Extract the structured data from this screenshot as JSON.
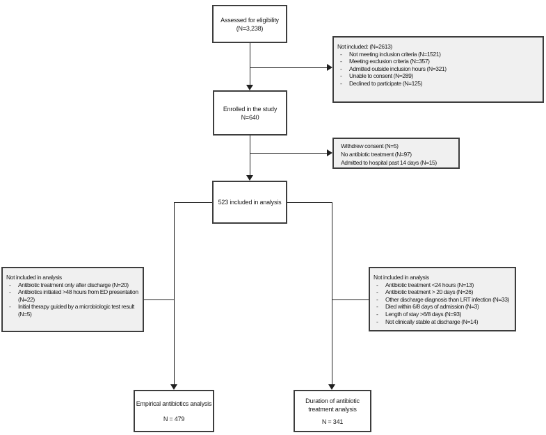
{
  "colors": {
    "background": "#ffffff",
    "box_fill": "#ffffff",
    "side_box_fill": "#f0f0f0",
    "box_border": "#3d3d3d",
    "connector": "#1f1f1f",
    "text": "#1a1a1a"
  },
  "boxes": {
    "assessed": {
      "title": "Assessed for eligibility",
      "n": "(N=3,238)"
    },
    "not_included_eligibility": {
      "title": "Not included: (N=2613)",
      "items": [
        "Not meeting inclusion criteria (N=1521)",
        "Meeting exclusion criteria (N=357)",
        "Admitted outside inclusion hours (N=321)",
        "Unable to consent (N=289)",
        "Declined to participate (N=125)"
      ]
    },
    "enrolled": {
      "title": "Enrolled in the study",
      "n": "N=640"
    },
    "withdrawn": {
      "items": [
        "Withdrew consent (N=5)",
        "No antibiotic treatment (N=97)",
        "Admitted to hospital past 14 days (N=15)"
      ]
    },
    "included_analysis": {
      "title": "523 included in analysis"
    },
    "not_included_empirical": {
      "title": "Not included in analysis",
      "items": [
        "Antibiotic treatment only after discharge (N=20)",
        "Antibiotics initiated >48 hours from ED presentation (N=22)",
        "Initial therapy guided by a microbiologic test result (N=5)"
      ]
    },
    "not_included_duration": {
      "title": "Not included in analysis",
      "items": [
        "Antibiotic treatment <24 hours (N=13)",
        "Antibiotic treatment > 20 days (N=26)",
        "Other discharge diagnosis than LRT infection (N=33)",
        "Died within 6/8 days of admission (N=3)",
        "Length of stay >6/8 days (N=93)",
        "Not clinically stable at discharge (N=14)"
      ]
    },
    "empirical_analysis": {
      "title": "Empirical antibiotics analysis",
      "n": "N = 479"
    },
    "duration_analysis": {
      "title": "Duration of antibiotic treatment analysis",
      "n": "N = 341"
    }
  }
}
